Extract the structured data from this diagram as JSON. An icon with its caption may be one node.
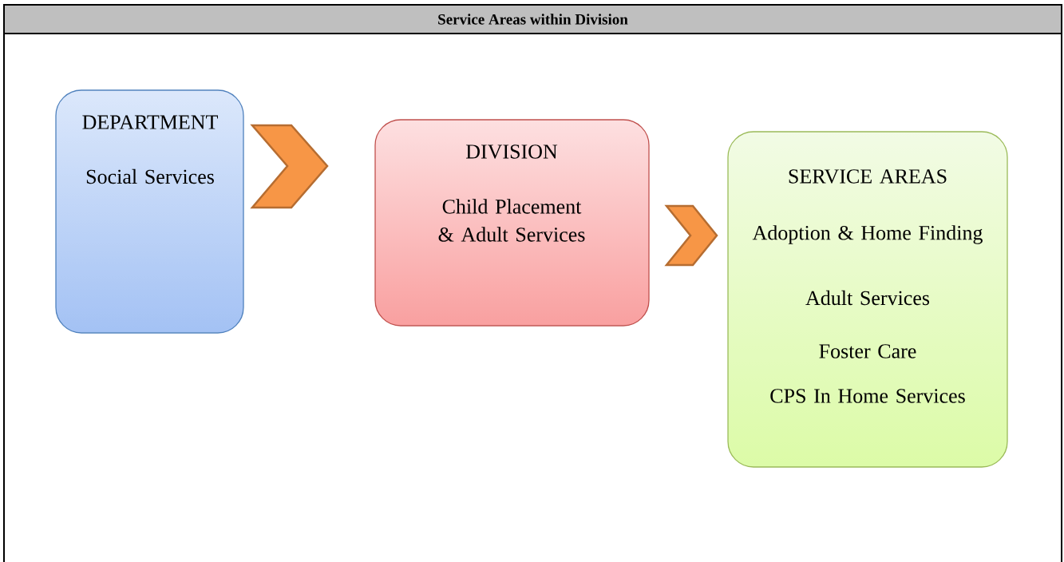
{
  "diagram": {
    "title": "Service Areas within Division",
    "nodes": [
      {
        "text": [
          "DEPARTMENT",
          "Social Services"
        ]
      },
      {
        "text": [
          "DIVISION",
          "Child Placement & Adult Services"
        ]
      },
      {
        "text": [
          "SERVICE AREAS",
          "Adoption & Home Finding",
          "Adult Services",
          "Foster Care",
          "CPS In Home Services"
        ]
      }
    ],
    "edges": [
      {
        "from": 0,
        "to": 1,
        "arrow": "to"
      },
      {
        "from": 1,
        "to": 2,
        "arrow": "to"
      }
    ]
  }
}
